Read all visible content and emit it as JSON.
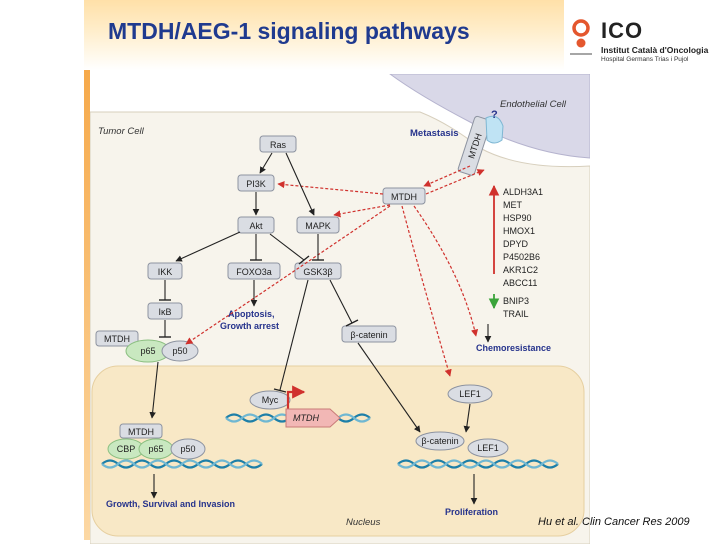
{
  "slide": {
    "title": "MTDH/AEG-1 signaling pathways",
    "citation": "Hu et al. Clin Cancer Res 2009"
  },
  "logo": {
    "name": "ICO",
    "line1": "Institut Català d'Oncologia",
    "line2": "Hospital Germans Trias i Pujol"
  },
  "diagram": {
    "region_labels": {
      "endothelial_cell": "Endothelial Cell",
      "tumor_cell": "Tumor Cell",
      "nucleus": "Nucleus"
    },
    "question_mark": "?",
    "nodes": {
      "ras": "Ras",
      "pi3k": "PI3K",
      "akt": "Akt",
      "mapk": "MAPK",
      "ikk": "IKK",
      "foxo3a": "FOXO3a",
      "gsk3b": "GSK3β",
      "ikb": "IκB",
      "mtdh_center": "MTDH",
      "mtdh_membrane": "MTDH",
      "mtdh_nfkb": "MTDH",
      "mtdh_nuclear": "MTDH",
      "mtdh_gene": "MTDH",
      "p65_cyto": "p65",
      "p50_cyto": "p50",
      "cbp": "CBP",
      "p65_nuc": "p65",
      "p50_nuc": "p50",
      "myc": "Myc",
      "lef1_cyto": "LEF1",
      "beta_catenin_cyto": "β-catenin",
      "beta_catenin_nuc": "β-catenin",
      "lef1_nuc": "LEF1"
    },
    "outcomes": {
      "metastasis": "Metastasis",
      "apoptosis_line1": "Apoptosis,",
      "apoptosis_line2": "Growth arrest",
      "chemoresistance": "Chemoresistance",
      "growth": "Growth, Survival and Invasion",
      "proliferation": "Proliferation"
    },
    "genes_up": [
      "ALDH3A1",
      "MET",
      "HSP90",
      "HMOX1",
      "DPYD",
      "P4502B6",
      "AKR1C2",
      "ABCC11"
    ],
    "genes_down": [
      "BNIP3",
      "TRAIL"
    ],
    "colors": {
      "protein_fill": "#dadde3",
      "text_blue": "#26338c",
      "red_arrow": "#d0312d",
      "green_arrow": "#3aa43a",
      "cell_fill": "#f7f4ec",
      "nucleus_fill": "#f8e8c6",
      "endothelial_fill": "#d9d8e8",
      "dna": "#1d7fa8"
    }
  }
}
